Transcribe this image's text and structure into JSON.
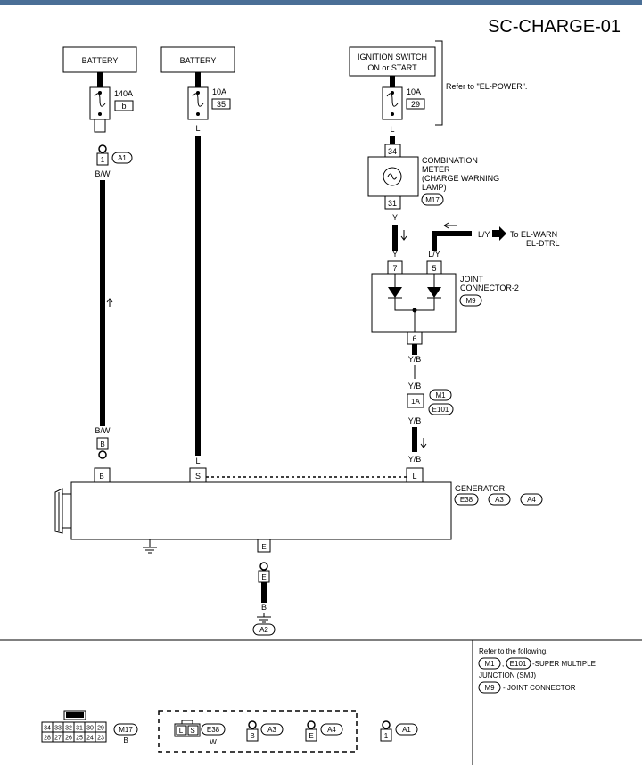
{
  "page_code": "SC-CHARGE-01",
  "power": {
    "battery1": "BATTERY",
    "battery2": "BATTERY",
    "ignition_line1": "IGNITION SWITCH",
    "ignition_line2": "ON or START",
    "refer_power": "Refer to \"EL-POWER\"."
  },
  "fuses": [
    {
      "rating": "140A",
      "id": "b"
    },
    {
      "rating": "10A",
      "id": "35"
    },
    {
      "rating": "10A",
      "id": "29"
    }
  ],
  "wires": {
    "bw": "B/W",
    "l": "L",
    "y": "Y",
    "ly": "L/Y",
    "yb": "Y/B",
    "b": "B"
  },
  "meter": {
    "line1": "COMBINATION",
    "line2": "METER",
    "line3": "(CHARGE WARNING",
    "line4": "LAMP)",
    "conn": "M17",
    "pin_top": "34",
    "pin_bottom": "31"
  },
  "to_warn": {
    "line1": "To EL-WARN",
    "line2": "EL-DTRL"
  },
  "joint": {
    "line1": "JOINT",
    "line2": "CONNECTOR-2",
    "conn": "M9",
    "pin7": "7",
    "pin5": "5",
    "pin6": "6"
  },
  "smj": {
    "pin": "1A",
    "conn1": "M1",
    "conn2": "E101"
  },
  "a1": {
    "pin": "1",
    "conn": "A1"
  },
  "generator": {
    "label": "GENERATOR",
    "conn1": "E38",
    "conn2": "A3",
    "conn3": "A4",
    "term_b": "B",
    "term_s": "S",
    "term_l": "L",
    "term_e": "E"
  },
  "ground": {
    "pin": "E",
    "conn": "A2"
  },
  "refer": {
    "intro": "Refer to the following.",
    "m1": "M1",
    "e101": "E101",
    "smj_text": "-SUPER MULTIPLE",
    "smj_text2": "JUNCTION (SMJ)",
    "m9": "M9",
    "joint_text": "- JOINT CONNECTOR"
  },
  "bottom": {
    "m17_top": [
      "34",
      "33",
      "32",
      "31",
      "30",
      "29"
    ],
    "m17_bottom": [
      "28",
      "27",
      "26",
      "25",
      "24",
      "23"
    ],
    "m17_label": "M17",
    "m17_color": "B",
    "e38_pins": [
      "L",
      "S"
    ],
    "e38_label": "E38",
    "e38_color": "W",
    "a3_pin": "B",
    "a3_label": "A3",
    "a4_pin": "E",
    "a4_label": "A4",
    "a1_pin": "1",
    "a1_label": "A1"
  }
}
